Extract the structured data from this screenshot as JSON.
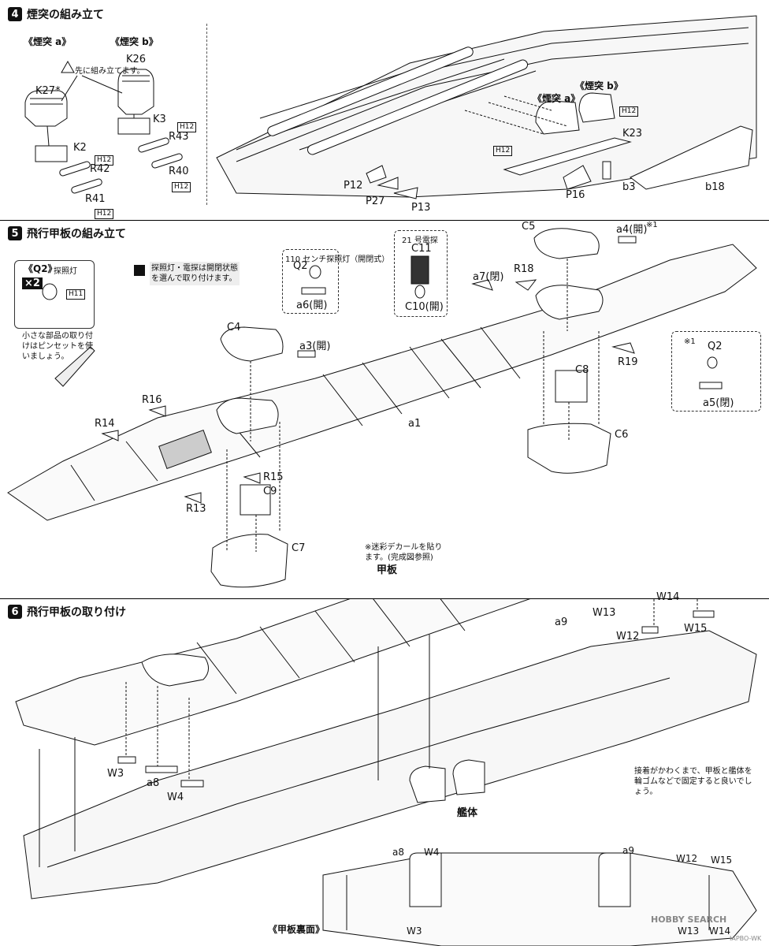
{
  "step4": {
    "number": "4",
    "title": "煙突の組み立て",
    "funnel_a": "《煙突 a》",
    "funnel_b": "《煙突 b》",
    "warning": "先に組み立てます。",
    "parts": {
      "K26": "K26",
      "K27": "K27*",
      "K3": "K3",
      "K2": "K2",
      "R43": "R43",
      "R42": "R42",
      "R40": "R40",
      "R41": "R41",
      "H12": "H12"
    },
    "hull_parts": {
      "funnel_a": "《煙突 a》",
      "funnel_b": "《煙突 b》",
      "K23": "K23",
      "P12": "P12",
      "P27": "P27",
      "P13": "P13",
      "P16": "P16",
      "b3": "b3",
      "b18": "b18",
      "H12": "H12"
    }
  },
  "step5": {
    "number": "5",
    "title": "飛行甲板の組み立て",
    "q2_label": "《Q2》",
    "q2_sub": "探照灯",
    "x2": "×2",
    "H11": "H11",
    "select_note": "探照灯・電探は開閉状態を選んで取り付けます。",
    "tweezers_note": "小さな部品の取り付けはピンセットを使いましょう。",
    "searchlight_note": "110 センチ探照灯（開閉式）",
    "radar_note": "21 号電探",
    "parts": {
      "Q2": "Q2",
      "a6": "a6",
      "a6_state": "(開)",
      "C11": "C11",
      "C10": "C10",
      "C10_state": "(開)",
      "C5": "C5",
      "a4": "a4",
      "a4_state": "(開)",
      "mark1": "※1",
      "a7": "a7",
      "a7_state": "(閉)",
      "R18": "R18",
      "C4": "C4",
      "a3": "a3",
      "a3_state": "(開)",
      "R19": "R19",
      "C8": "C8",
      "R16": "R16",
      "a1": "a1",
      "R14": "R14",
      "C6": "C6",
      "R15": "R15",
      "C9": "C9",
      "R13": "R13",
      "C7": "C7",
      "a5": "a5",
      "a5_state": "(閉)"
    }
  },
  "step6": {
    "number": "6",
    "title": "飛行甲板の取り付け",
    "decal_note": "※迷彩デカールを貼ります。(完成図参照)",
    "deck_label": "甲板",
    "hull_label": "艦体",
    "glue_note": "接着がかわくまで、甲板と艦体を輪ゴムなどで固定すると良いでしょう。",
    "underside_label": "《甲板裏面》",
    "parts": {
      "W14": "W14",
      "W13": "W13",
      "a9": "a9",
      "W12": "W12",
      "W15": "W15",
      "W3": "W3",
      "a8": "a8",
      "W4": "W4"
    },
    "underside_parts": {
      "a8": "a8",
      "W4": "W4",
      "a9": "a9",
      "W12": "W12",
      "W15": "W15",
      "W3": "W3",
      "W13": "W13",
      "W14": "W14"
    }
  },
  "watermark": "HOBBY SEARCH",
  "doc_code": "IAPBO-WK"
}
